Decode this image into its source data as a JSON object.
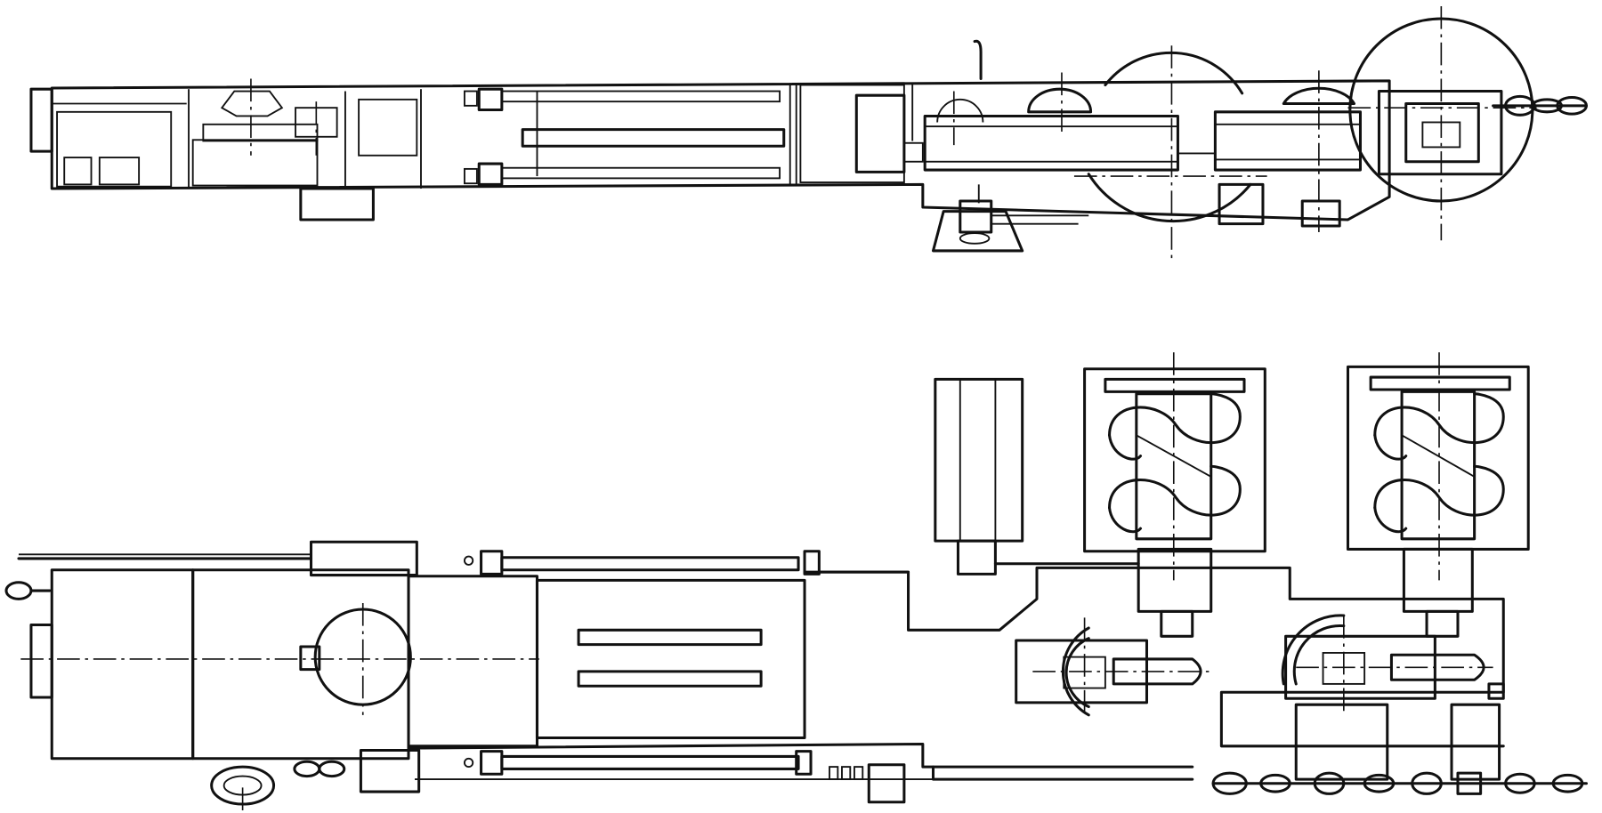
{
  "drawing": {
    "line_color": "#111111",
    "background": "#ffffff",
    "views": [
      {
        "view": "elevation",
        "components": [
          "frame",
          "cab",
          "hydraulic-rams",
          "mid-block",
          "pivot-arm",
          "large-wheel",
          "towing-wheel",
          "chain-hook",
          "support-leg"
        ]
      },
      {
        "view": "plan",
        "components": [
          "wire-rope",
          "body-block",
          "round-tank",
          "hydraulic-rams",
          "center-block",
          "stepped-frame",
          "cutter-drum",
          "cutter-drum",
          "guard-box",
          "drum-drive",
          "drum-drive",
          "bottom-chain"
        ]
      }
    ]
  }
}
